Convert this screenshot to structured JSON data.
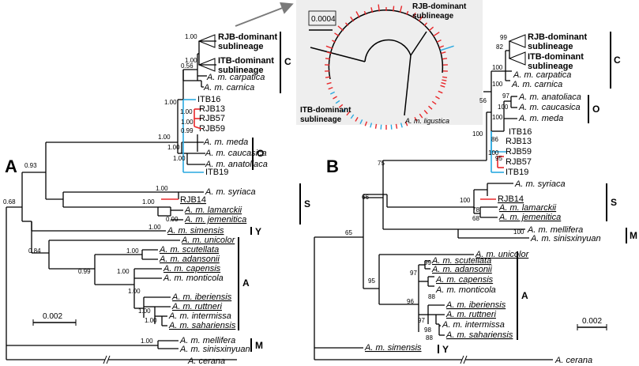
{
  "panels": {
    "a": "A",
    "b": "B"
  },
  "scale": {
    "a": "0.002",
    "b": "0.002",
    "inset": "0.0004"
  },
  "inset": {
    "rjb": [
      "RJB-dominant",
      "sublineage"
    ],
    "itb": [
      "ITB-dominant",
      "sublineage"
    ],
    "ligustica": "A. m. ligustica"
  },
  "groups": {
    "C": "C",
    "O": "O",
    "S": "S",
    "Y": "Y",
    "A": "A",
    "M": "M"
  },
  "colors": {
    "ITB": "#29a8e0",
    "RJB": "#e8282b",
    "branch": "#000000"
  },
  "treeA": {
    "taxa": {
      "rjb_sub": [
        "RJB-dominant",
        "sublineage"
      ],
      "itb_sub": [
        "ITB-dominant",
        "sublineage"
      ],
      "carpatica": "A. m. carpatica",
      "carnica": "A. m. carnica",
      "itb16": "ITB16",
      "rjb13": "RJB13",
      "rjb57": "RJB57",
      "rjb59": "RJB59",
      "meda": "A. m. meda",
      "caucasica": "A. m. caucasica",
      "anatoliaca": "A. m. anatoliaca",
      "itb19": "ITB19",
      "syriaca": "A. m. syriaca",
      "rjb14": "RJB14",
      "lamarckii": "A. m. lamarckii",
      "jemenitica": "A. m. jemenitica",
      "simensis": "A. m. simensis",
      "unicolor": "A. m. unicolor",
      "scutellata": "A. m. scutellata",
      "adansonii": "A. m. adansonii",
      "capensis": "A. m. capensis",
      "monticola": "A. m. monticola",
      "iberiensis": "A. m. iberiensis",
      "ruttneri": "A. m. ruttneri",
      "intermissa": "A. m. intermissa",
      "sahariensis": "A. m. sahariensis",
      "mellifera": "A. m. mellifera",
      "sinisxinyuan": "A. m. sinisxinyuan",
      "cerana": "A. cerana"
    },
    "support": {
      "c1": "1.00",
      "c2": "1.00",
      "c3": "0.56",
      "c4": "1.00",
      "r1": "1.00",
      "r2": "1.00",
      "r3": "0.99",
      "o1": "1.00",
      "o2": "1.00",
      "co": "1.00",
      "ex": "0.93",
      "s1": "1.00",
      "s2": "1.00",
      "s3": "0.99",
      "big": "0.68",
      "y": "1.00",
      "a0": "0.84",
      "a1": "0.99",
      "a2": "1.00",
      "a3": "1.00",
      "a4": "1.00",
      "a5": "1.00",
      "a6": "1.00",
      "m": "1.00"
    }
  },
  "treeB": {
    "taxa": {
      "rjb_sub": [
        "RJB-dominant",
        "sublineage"
      ],
      "itb_sub": [
        "ITB-dominant",
        "sublineage"
      ],
      "carpatica": "A. m. carpatica",
      "carnica": "A. m. carnica",
      "anatoliaca": "A. m. anatoliaca",
      "caucasica": "A. m. caucasica",
      "meda": "A. m. meda",
      "itb16": "ITB16",
      "rjb13": "RJB13",
      "rjb59": "RJB59",
      "rjb57": "RJB57",
      "itb19": "ITB19",
      "syriaca": "A. m. syriaca",
      "rjb14": "RJB14",
      "lamarckii": "A. m. lamarckii",
      "jemenitica": "A. m. jemenitica",
      "mellifera": "A. m. mellifera",
      "sinisxinyuan": "A. m. sinisxinyuan",
      "unicolor": "A. m. unicolor",
      "scutellata": "A. m. scutellata",
      "adansonii": "A. m. adansonii",
      "capensis": "A. m. capensis",
      "monticola": "A. m. monticola",
      "iberiensis": "A. m. iberiensis",
      "ruttneri": "A. m. ruttneri",
      "intermissa": "A. m. intermissa",
      "sahariensis": "A. m. sahariensis",
      "simensis": "A. m. simensis",
      "cerana": "A. cerana"
    },
    "support": {
      "c1": "99",
      "c2": "82",
      "c3": "100",
      "c4": "100",
      "o1": "97",
      "o2": "100",
      "o3": "100",
      "co": "56",
      "r1": "100",
      "r2": "86",
      "r3": "95",
      "r4": "100",
      "ex": "75",
      "ss": "66",
      "s1": "100",
      "s2": "78",
      "s3": "68",
      "m": "100",
      "big": "65",
      "a1": "95",
      "a2": "96",
      "a3": "99",
      "a4": "97",
      "a5": "88",
      "a6": "97",
      "a7": "98",
      "a8": "88"
    }
  }
}
